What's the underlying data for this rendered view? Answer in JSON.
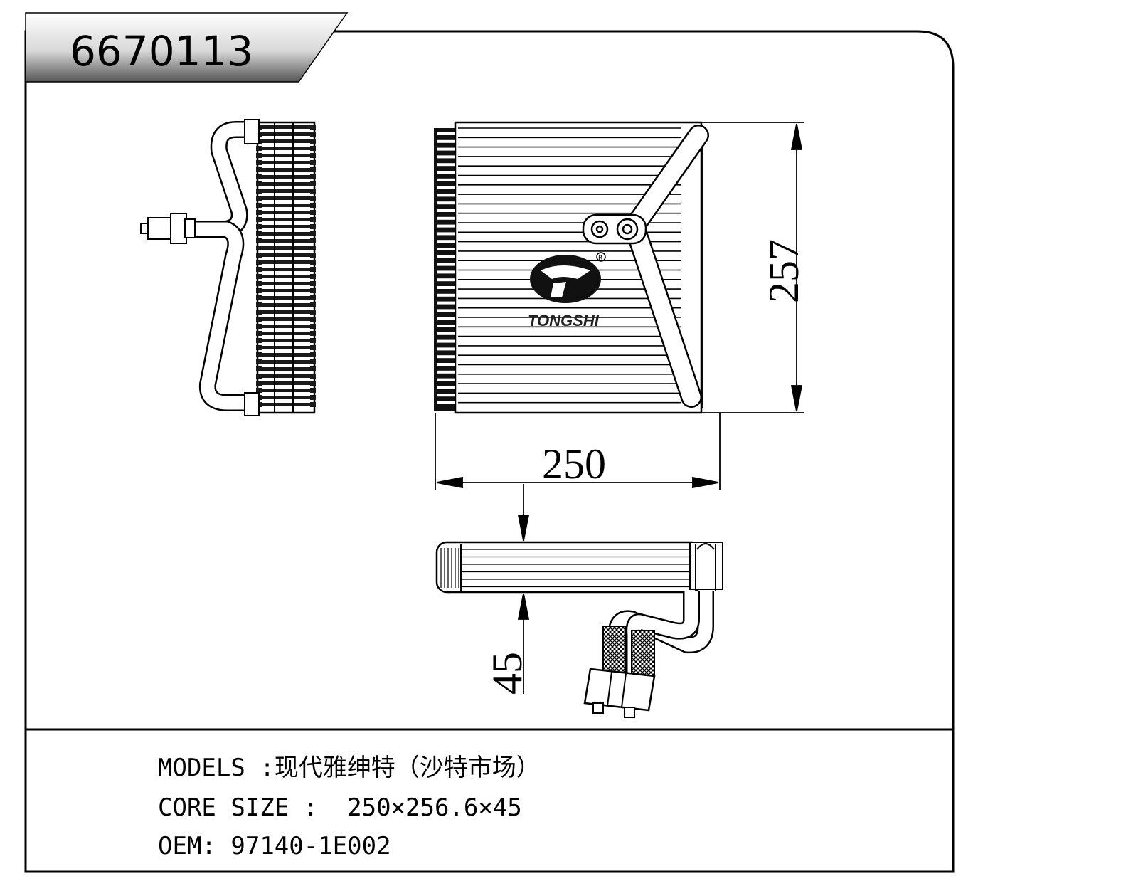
{
  "part_number": "6670113",
  "dimensions": {
    "width": "250",
    "height": "257",
    "depth": "45"
  },
  "brand_logo_text": "TONGSHI",
  "specs": {
    "models_label": "MODELS",
    "models_value": ":现代雅绅特（沙特市场）",
    "core_size_label": "CORE SIZE",
    "core_size_value": ":  250×256.6×45",
    "oem_label": "OEM:",
    "oem_value": "97140-1E002"
  },
  "icons": [
    "hydraulic-fitting-icon",
    "tongshi-logo-icon",
    "registered-mark-icon"
  ],
  "colors": {
    "line": "#000000",
    "header_gradient_dark": "#555555",
    "header_gradient_light": "#ffffff"
  }
}
